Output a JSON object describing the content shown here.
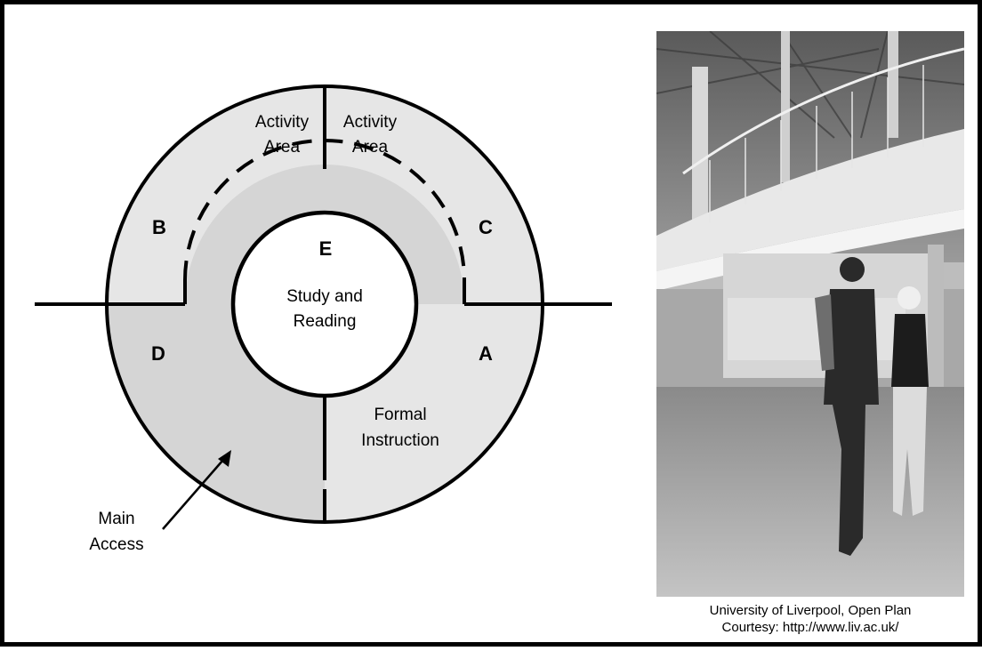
{
  "diagram": {
    "zones": {
      "A": {
        "letter": "A",
        "label_line1": "Formal",
        "label_line2": "Instruction"
      },
      "B": {
        "letter": "B"
      },
      "C": {
        "letter": "C"
      },
      "D": {
        "letter": "D"
      },
      "E": {
        "letter": "E",
        "label_line1": "Study and",
        "label_line2": "Reading"
      }
    },
    "activity_left": {
      "line1": "Activity",
      "line2": "Area"
    },
    "activity_right": {
      "line1": "Activity",
      "line2": "Area"
    },
    "main_access": {
      "line1": "Main",
      "line2": "Access"
    },
    "colors": {
      "dark_zone": "#d5d5d5",
      "light_zone": "#e6e6e6",
      "center": "#ffffff",
      "stroke": "#000000"
    }
  },
  "photo": {
    "caption_line1": "University of Liverpool, Open Plan",
    "caption_line2": "Courtesy:  http://www.liv.ac.uk/"
  }
}
